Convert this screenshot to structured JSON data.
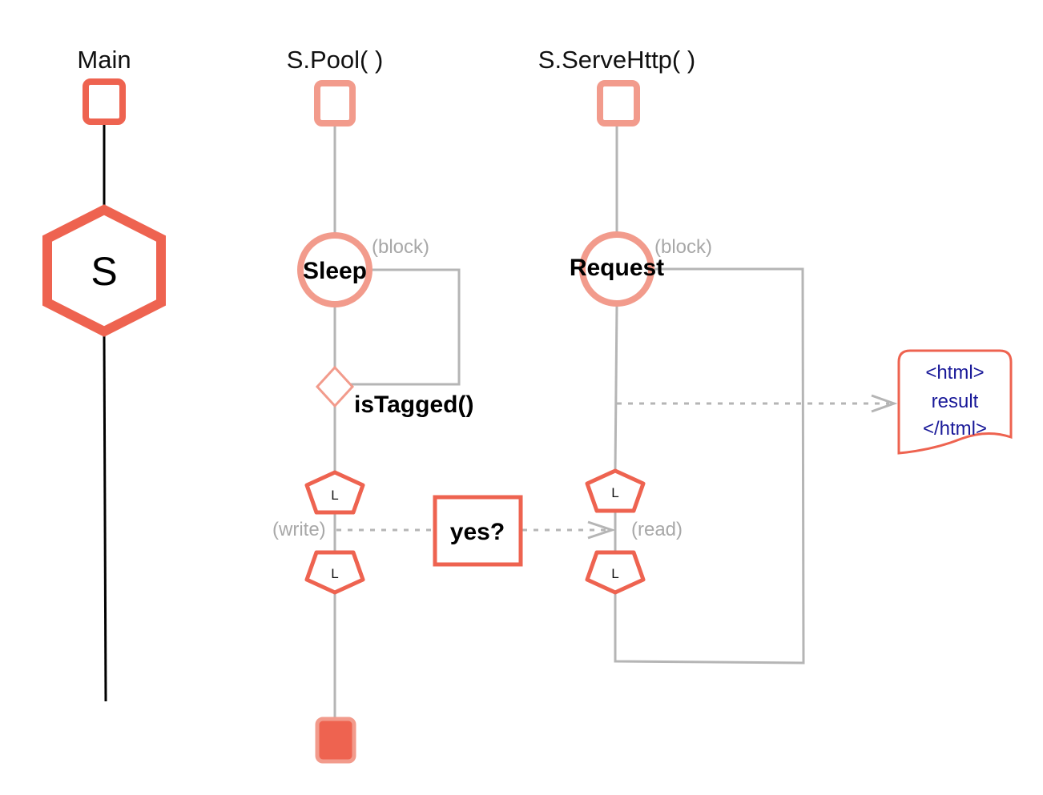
{
  "lanes": {
    "main": {
      "title": "Main"
    },
    "pool": {
      "title": "S.Pool( )"
    },
    "serve": {
      "title": "S.ServeHttp( )"
    }
  },
  "main_node": {
    "label": "S"
  },
  "pool_nodes": {
    "sleep": "Sleep",
    "sleep_note": "(block)",
    "decision": "isTagged()",
    "lock1": "L",
    "lock2": "L",
    "write_note": "(write)"
  },
  "serve_nodes": {
    "request": "Request",
    "request_note": "(block)",
    "lock1": "L",
    "lock2": "L",
    "read_note": "(read)"
  },
  "message": {
    "label": "yes?"
  },
  "document": {
    "lines": [
      "<html>",
      "result",
      "</html>"
    ]
  },
  "colors": {
    "accent": "#ee6350",
    "accent_light": "#f29b8c",
    "line_gray": "#b5b5b5",
    "html_text": "#1a1a99"
  }
}
